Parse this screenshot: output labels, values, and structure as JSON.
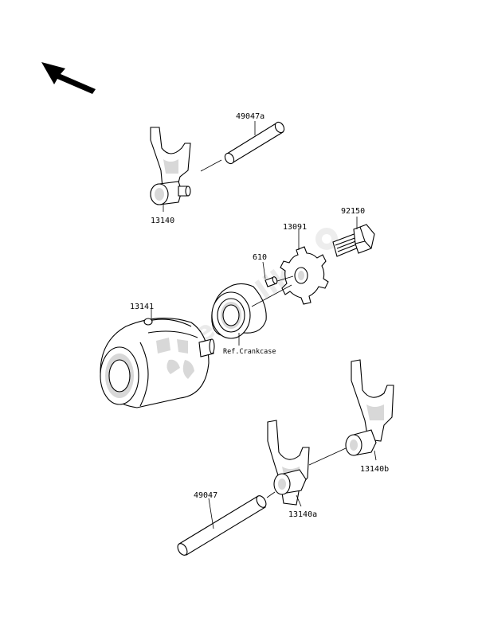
{
  "labels": {
    "shaft_upper": "49047a",
    "fork_upper": "13140",
    "bolt": "92150",
    "star_plate": "13091",
    "pin": "610",
    "drum": "13141",
    "bearing_ref": "Ref.Crankcase",
    "fork_right": "13140b",
    "shaft_lower": "49047",
    "fork_lower": "13140a"
  },
  "colors": {
    "line": "#000000",
    "background": "#ffffff",
    "shade": "#d8d8d8",
    "watermark": "#e8e8e8"
  },
  "icons": {
    "direction": "front-direction-arrow-icon"
  }
}
